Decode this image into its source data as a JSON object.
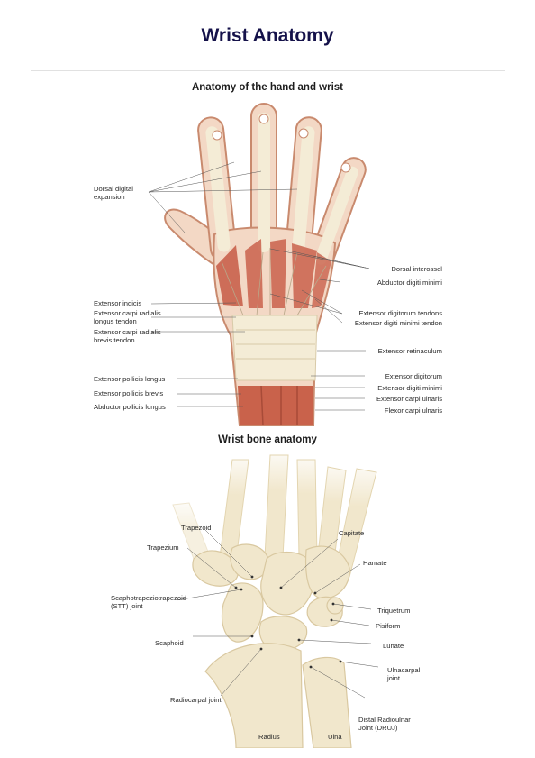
{
  "title": "Wrist Anatomy",
  "hand": {
    "title": "Anatomy of the hand and wrist",
    "labels_left": [
      "Dorsal digital\nexpansion",
      "Extensor indicis",
      "Extensor carpi radialis\nlongus tendon",
      "Extensor carpi radialis\nbrevis tendon",
      "Extensor pollicis longus",
      "Extensor pollicis brevis",
      "Abductor pollicis longus"
    ],
    "labels_right": [
      "Dorsal interossel",
      "Abductor digiti minimi",
      "Extensor digitorum tendons",
      "Extensor digiti minimi tendon",
      "Extensor retinaculum",
      "Extensor digitorum",
      "Extensor digiti minimi",
      "Extensor carpi ulnaris",
      "Flexor carpi ulnaris"
    ]
  },
  "bones": {
    "title": "Wrist bone anatomy",
    "labels": [
      "Trapezoid",
      "Capitate",
      "Trapezium",
      "Hamate",
      "Scaphotrapeziotrapezoid\n(STT) joint",
      "Triquetrum",
      "Pisiform",
      "Scaphoid",
      "Lunate",
      "Ulnacarpal\njoint",
      "Radiocarpal joint",
      "Distal Radioulnar\nJoint (DRUJ)",
      "Radius",
      "Ulna"
    ]
  },
  "colors": {
    "skin_outline": "#c98a6e",
    "skin_fill": "#f3d8c5",
    "tendon": "#f4ecd6",
    "muscle": "#c9624b",
    "bone": "#f1e7cc",
    "bone_shadow": "#d9c8a0"
  }
}
